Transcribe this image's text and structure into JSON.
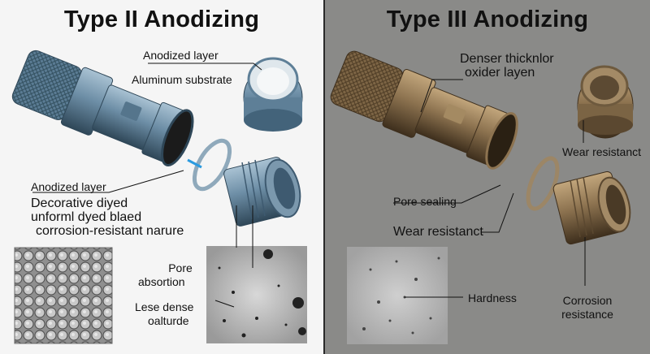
{
  "left": {
    "title": "Type II Anodizing",
    "labels": {
      "anodized_layer_top": "Anodized layer",
      "aluminum_substrate": "Aluminum substrate",
      "anodized_layer": "Anodized layer",
      "desc_line1": "Decorative diyed",
      "desc_line2": "unforml dyed blaed",
      "desc_line3": "corrosion-resistant narure",
      "pore_absortion_1": "Pore",
      "pore_absortion_2": "absortion",
      "lese_dense_1": "Lese dense",
      "lese_dense_2": "oalturde"
    },
    "colors": {
      "metal": "#6d8ea6",
      "metal_dark": "#3e5a70",
      "metal_light": "#a9c2d3"
    }
  },
  "right": {
    "title": "Type III Anodizing",
    "labels": {
      "denser_1": "Denser thicknlor",
      "denser_2": "oxider layen",
      "wear_resistant_right": "Wear resistanct",
      "pore_sealing": "Pore sealing",
      "wear_resistanct": "Wear resistanct",
      "hardness": "Hardness",
      "corrosion_1": "Corrosion",
      "corrosion_2": "resistance"
    },
    "colors": {
      "metal": "#8d7350",
      "metal_dark": "#4f3d26",
      "metal_light": "#c2a67c"
    }
  }
}
